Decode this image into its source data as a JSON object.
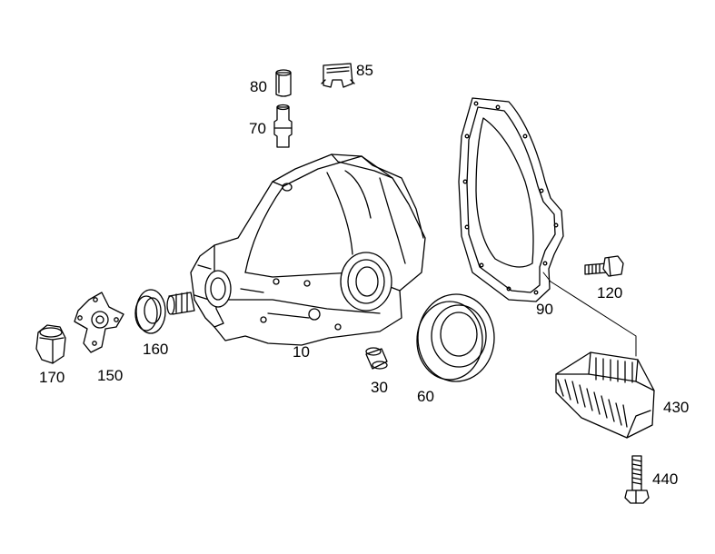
{
  "diagram": {
    "callouts": [
      "170",
      "150",
      "160",
      "10",
      "30",
      "60",
      "90",
      "120",
      "430",
      "440",
      "80",
      "70",
      "85"
    ]
  }
}
